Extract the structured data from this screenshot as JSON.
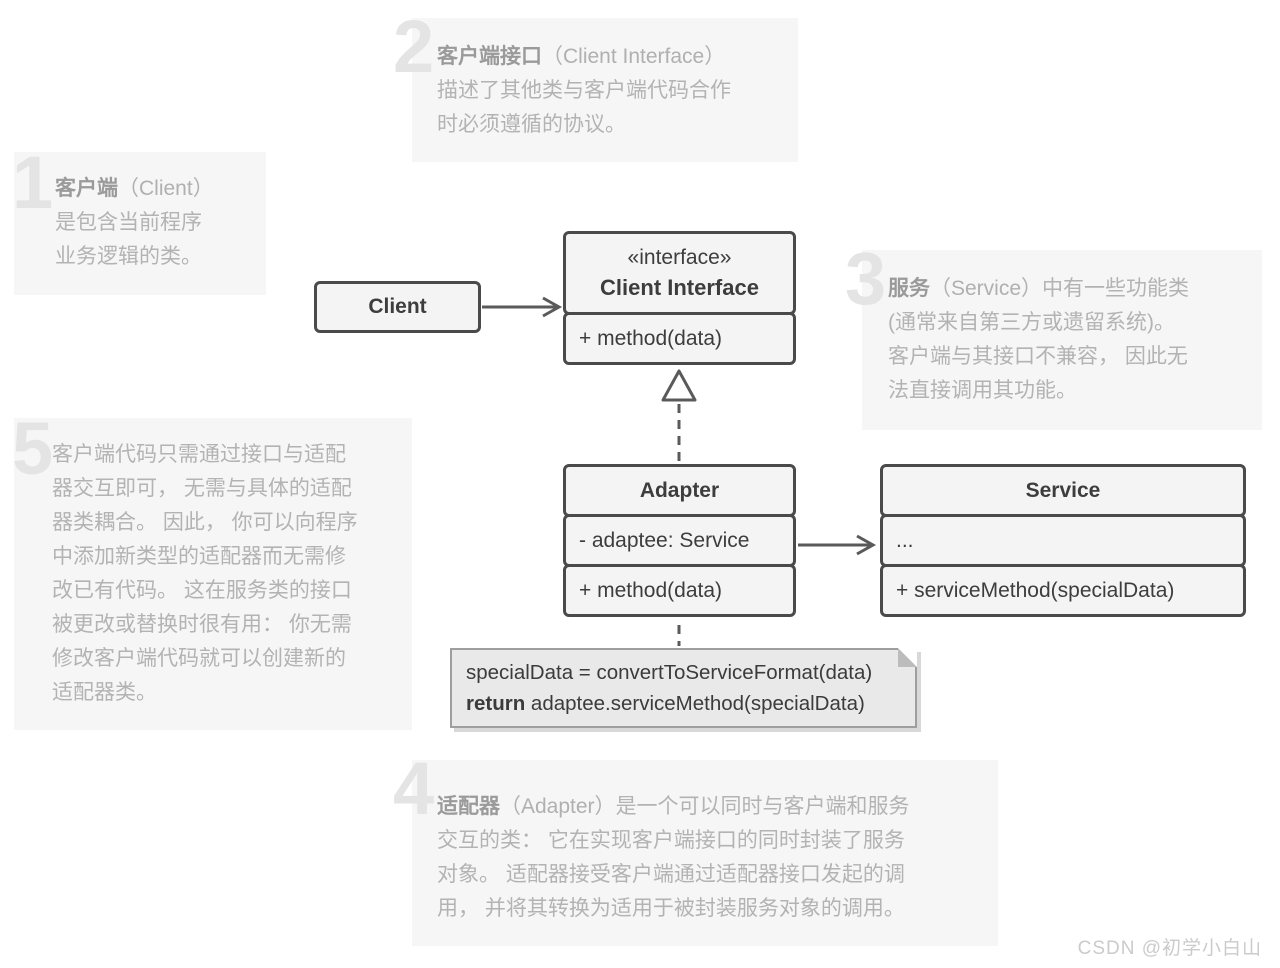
{
  "colors": {
    "panel_bg": "#f6f6f6",
    "big_number": "#e4e4e4",
    "term_text": "#9a9a9a",
    "body_text": "#b3b3b3",
    "box_bg": "#f4f4f4",
    "box_border": "#4a4a4a",
    "box_text": "#3d3d3d",
    "connector": "#5a5a5a",
    "note_bg": "#e9e9e9",
    "note_border": "#9e9e9e",
    "watermark_text": "#cbcbcb"
  },
  "watermark": "CSDN @初学小白山",
  "annotations": {
    "a1": {
      "number": "1",
      "term": "客户端",
      "english": "（Client）",
      "body": "\n是包含当前程序\n业务逻辑的类。"
    },
    "a2": {
      "number": "2",
      "term": "客户端接口",
      "english": "（Client Interface）",
      "body": "\n描述了其他类与客户端代码合作\n时必须遵循的协议。"
    },
    "a3": {
      "number": "3",
      "term": "服务",
      "english": "（Service）",
      "body": "中有一些功能类\n(通常来自第三方或遗留系统)。\n客户端与其接口不兼容， 因此无\n法直接调用其功能。"
    },
    "a4": {
      "number": "4",
      "term": "适配器",
      "english": "（Adapter）",
      "body": "是一个可以同时与客户端和服务\n交互的类： 它在实现客户端接口的同时封装了服务\n对象。 适配器接受客户端通过适配器接口发起的调\n用， 并将其转换为适用于被封装服务对象的调用。"
    },
    "a5": {
      "number": "5",
      "term": "",
      "english": "",
      "body": "客户端代码只需通过接口与适配\n器交互即可， 无需与具体的适配\n器类耦合。 因此， 你可以向程序\n中添加新类型的适配器而无需修\n改已有代码。 这在服务类的接口\n被更改或替换时很有用： 你无需\n修改客户端代码就可以创建新的\n适配器类。"
    }
  },
  "uml": {
    "client": {
      "title": "Client"
    },
    "client_interface": {
      "stereotype": "«interface»",
      "title": "Client Interface",
      "method": "+ method(data)"
    },
    "adapter": {
      "title": "Adapter",
      "field": "- adaptee: Service",
      "method": "+ method(data)"
    },
    "service": {
      "title": "Service",
      "field": "...",
      "method": "+ serviceMethod(specialData)"
    },
    "note": {
      "line1": "specialData = convertToServiceFormat(data)",
      "keyword": "return",
      "line2_rest": " adaptee.serviceMethod(specialData)"
    }
  }
}
